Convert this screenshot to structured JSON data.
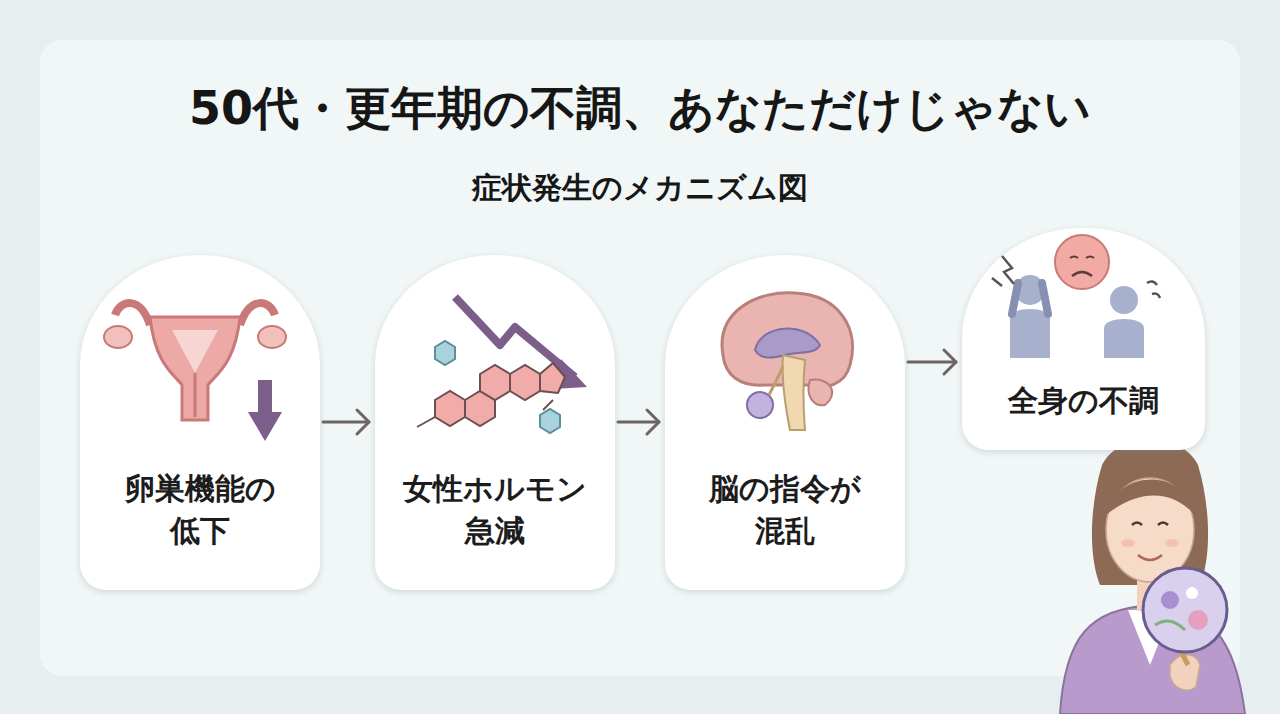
{
  "diagram": {
    "title": "50代・更年期の不調、あなただけじゃない",
    "nodes": [
      {
        "text": [
          "卵巣機能の 低下"
        ]
      },
      {
        "text": [
          "女性ホルモン 急減"
        ]
      },
      {
        "text": [
          "脳の指令が 混乱"
        ]
      },
      {
        "text": [
          "全身の不調"
        ]
      }
    ],
    "edges": [
      {
        "from": 0,
        "to": 1,
        "arrow": "to"
      },
      {
        "from": 1,
        "to": 2,
        "arrow": "to"
      },
      {
        "from": 2,
        "to": 3,
        "arrow": "to"
      }
    ],
    "labels": [
      "症状発生のメカニズム図"
    ]
  }
}
